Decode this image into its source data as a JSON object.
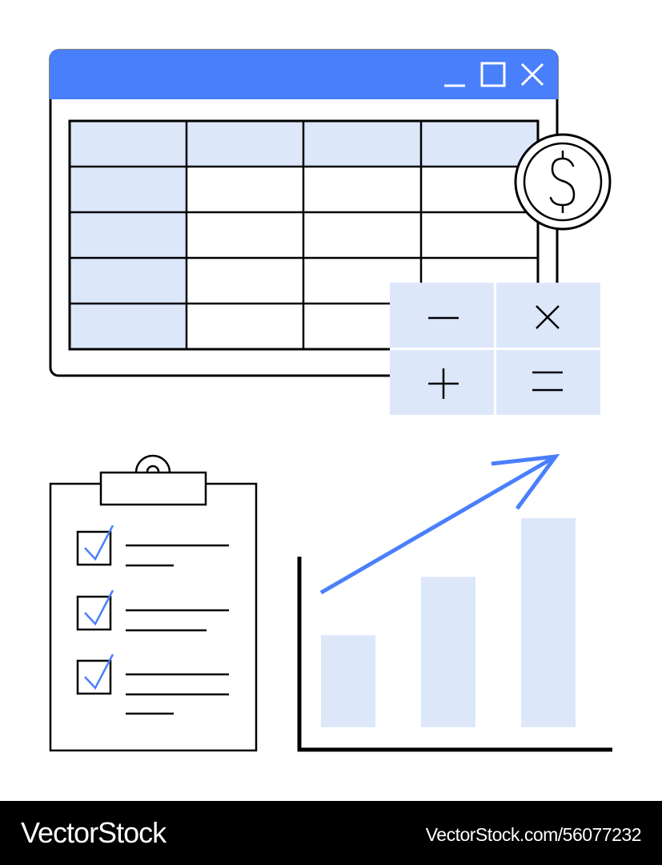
{
  "colors": {
    "accent": "#4a7ffc",
    "light_fill": "#dde7fa",
    "stroke": "#000000",
    "footer_bg": "#000000",
    "footer_text": "#ffffff"
  },
  "icons": {
    "window_minimize": "minimize-icon",
    "window_maximize": "maximize-icon",
    "window_close": "close-icon",
    "coin": "dollar-coin-icon",
    "calculator_keys": [
      "minus-icon",
      "multiply-icon",
      "plus-icon",
      "equals-icon"
    ],
    "clipboard": "clipboard-icon",
    "checkbox": "checked-checkbox-icon",
    "trend": "arrow-up-right-icon"
  },
  "spreadsheet": {
    "rows": 5,
    "columns": 4
  },
  "checklist": {
    "checked_items": 3
  },
  "bar_chart": {
    "bar_levels": [
      0.44,
      0.72,
      1.0
    ]
  },
  "footer": {
    "brand": "VectorStock",
    "stock_id": "VectorStock.com/56077232"
  }
}
